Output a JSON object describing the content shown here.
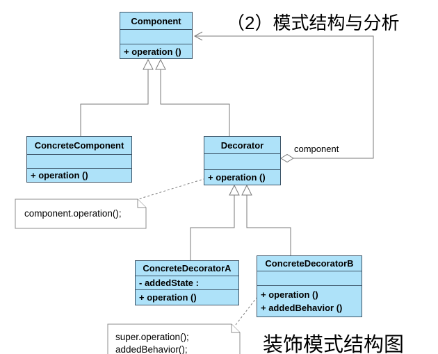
{
  "page": {
    "title": "（2）模式结构与分析",
    "caption": "装饰模式结构图"
  },
  "colors": {
    "class-fill": "#aee2f9",
    "class-border": "#3a5265",
    "line": "#7a7a7a",
    "note-border": "#8c8c8c",
    "text": "#000000"
  },
  "classes": [
    {
      "name": "Component",
      "attributes": [],
      "methods": [
        "+ operation ()"
      ]
    },
    {
      "name": "ConcreteComponent",
      "attributes": [],
      "methods": [
        "+ operation ()"
      ]
    },
    {
      "name": "Decorator",
      "attributes": [],
      "methods": [
        "+ operation ()"
      ]
    },
    {
      "name": "ConcreteDecoratorA",
      "attributes": [
        "- addedState :"
      ],
      "methods": [
        "+ operation ()"
      ]
    },
    {
      "name": "ConcreteDecoratorB",
      "attributes": [],
      "methods": [
        "+ operation ()",
        "+ addedBehavior ()"
      ]
    }
  ],
  "association": {
    "label": "component"
  },
  "notes": [
    {
      "lines": [
        "component.operation();"
      ]
    },
    {
      "lines": [
        "super.operation();",
        "addedBehavior();"
      ]
    }
  ]
}
